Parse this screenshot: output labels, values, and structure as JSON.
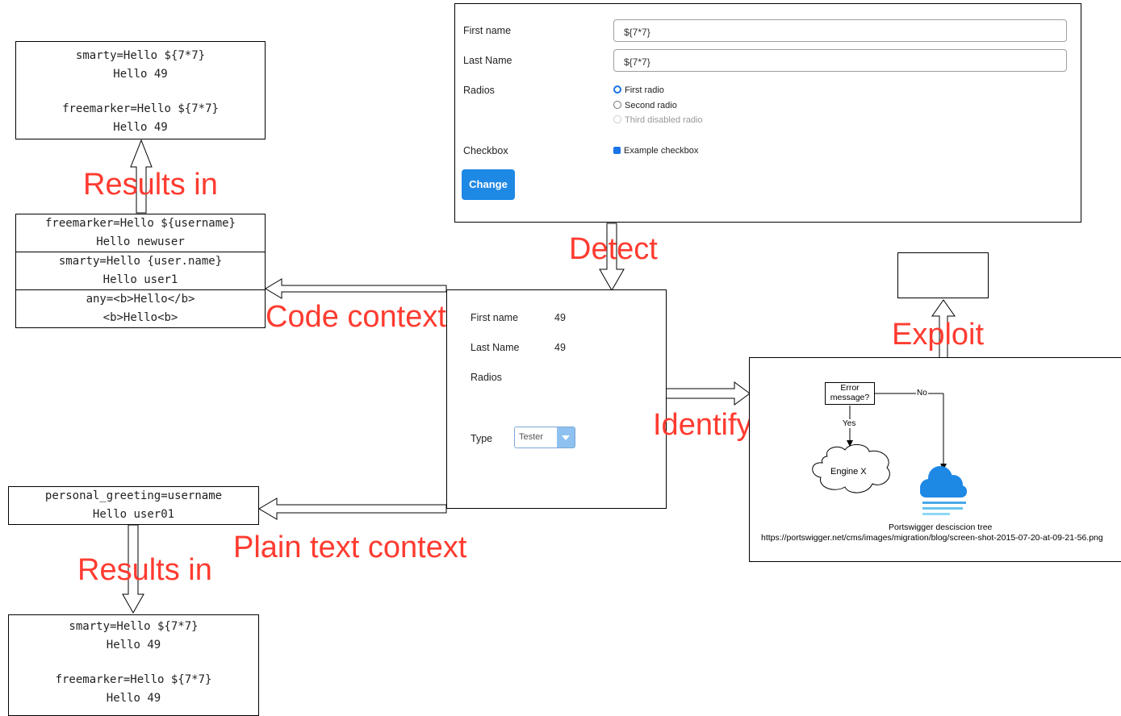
{
  "top_results": {
    "line1": "smarty=Hello ${7*7}",
    "line2": "Hello 49",
    "line3": "freemarker=Hello ${7*7}",
    "line4": "Hello 49"
  },
  "code_cells": [
    {
      "line1": "freemarker=Hello ${username}",
      "line2": "Hello newuser"
    },
    {
      "line1": "smarty=Hello {user.name}",
      "line2": "Hello user1"
    },
    {
      "line1": "any=<b>Hello</b>",
      "line2": "<b>Hello<b>"
    }
  ],
  "labels": {
    "results_in_top": "Results in",
    "code_context": "Code context",
    "detect": "Detect",
    "identify": "Identify",
    "exploit": "Exploit",
    "plain_text_context": "Plain text context",
    "results_in_bottom": "Results in"
  },
  "form": {
    "first_name_label": "First name",
    "first_name_value": "${7*7}",
    "last_name_label": "Last Name",
    "last_name_value": "${7*7}",
    "radios_label": "Radios",
    "radio_options": [
      "First radio",
      "Second radio",
      "Third disabled radio"
    ],
    "checkbox_label": "Checkbox",
    "checkbox_option": "Example checkbox",
    "change_button": "Change"
  },
  "rendered": {
    "first_name_label": "First name",
    "first_name_value": "49",
    "last_name_label": "Last Name",
    "last_name_value": "49",
    "radios_label": "Radios",
    "type_label": "Type",
    "type_value": "Tester"
  },
  "decision_tree": {
    "question": [
      "Error",
      "message?"
    ],
    "yes": "Yes",
    "no": "No",
    "engine": "Engine X",
    "caption": "Portswigger desciscion tree",
    "url": "https://portswigger.net/cms/images/migration/blog/screen-shot-2015-07-20-at-09-21-56.png"
  },
  "plain": {
    "line1": "personal_greeting=username",
    "line2": "Hello user01"
  },
  "bottom_results": {
    "line1": "smarty=Hello ${7*7}",
    "line2": "Hello 49",
    "line3": "freemarker=Hello ${7*7}",
    "line4": "Hello 49"
  },
  "colors": {
    "accent_red": "#ff3b30",
    "button_blue": "#1e88e5",
    "cloud_blue": "#1e88e5"
  }
}
